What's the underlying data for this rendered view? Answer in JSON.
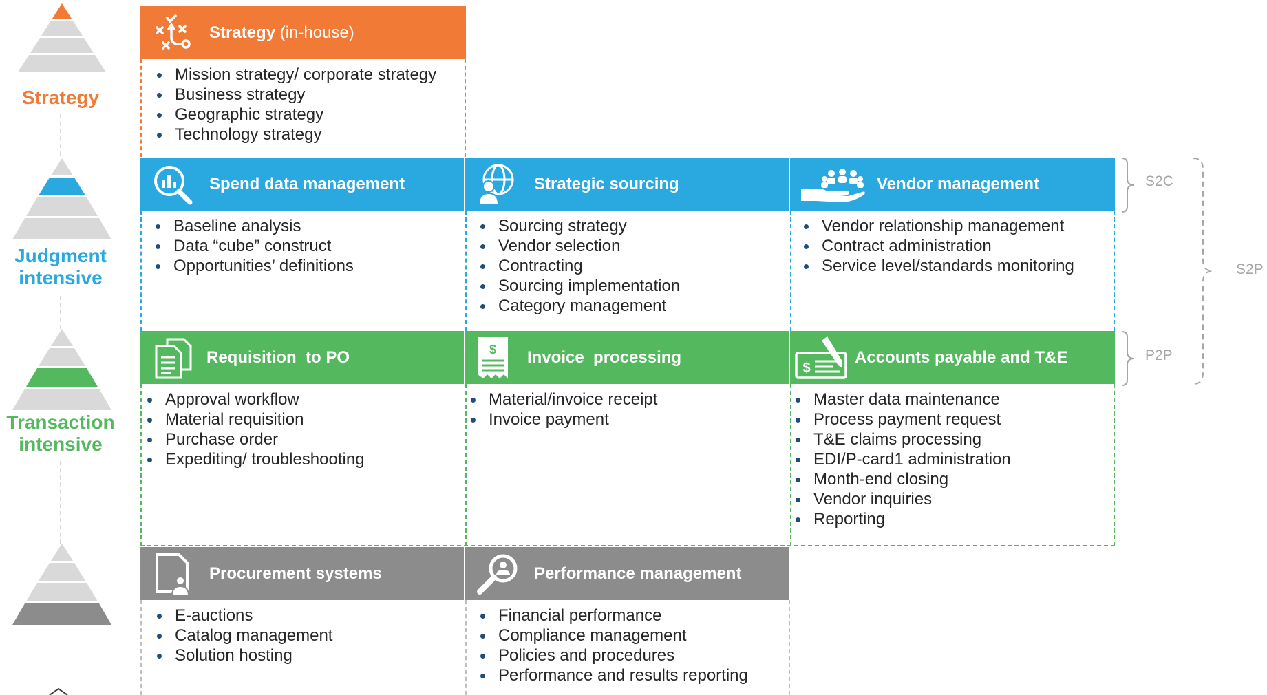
{
  "colors": {
    "orange": "#f07a36",
    "blue": "#2aa8e0",
    "green": "#54b95e",
    "gray": "#8c8c8c",
    "pyramid_base": "#d9d9d9"
  },
  "levels": [
    {
      "label": "Strategy"
    },
    {
      "label": "Judgment\nintensive"
    },
    {
      "label": "Transaction\nintensive"
    }
  ],
  "cards": {
    "strategy": {
      "title": "Strategy",
      "title_suffix": " (in-house)",
      "icon": "strategy-plays-icon",
      "items": [
        "Mission strategy/ corporate strategy",
        "Business strategy",
        "Geographic strategy",
        "Technology strategy"
      ]
    },
    "spend_data": {
      "title": "Spend data management",
      "icon": "analytics-magnifier-icon",
      "items": [
        "Baseline analysis",
        "Data “cube” construct",
        "Opportunities’ definitions"
      ]
    },
    "strategic_sourcing": {
      "title": "Strategic sourcing",
      "icon": "global-person-icon",
      "items": [
        "Sourcing strategy",
        "Vendor selection",
        "Contracting",
        "Sourcing implementation",
        "Category management"
      ]
    },
    "vendor_mgmt": {
      "title": "Vendor management",
      "icon": "hand-people-icon",
      "items": [
        "Vendor relationship management",
        "Contract administration",
        "Service level/standards monitoring"
      ]
    },
    "req_to_po": {
      "title": "Requisition  to PO",
      "icon": "documents-icon",
      "items": [
        "Approval workflow",
        "Material requisition",
        "Purchase order",
        "Expediting/ troubleshooting"
      ]
    },
    "invoice": {
      "title": "Invoice  processing",
      "icon": "receipt-icon",
      "items": [
        "Material/invoice receipt",
        "Invoice payment"
      ]
    },
    "ap_te": {
      "title": "Accounts payable and T&E",
      "icon": "check-pen-icon",
      "items": [
        "Master data maintenance",
        "Process payment request",
        "T&E claims processing",
        "EDI/P-card1 administration",
        "Month-end closing",
        "Vendor inquiries",
        "Reporting"
      ]
    },
    "proc_systems": {
      "title": "Procurement systems",
      "icon": "document-user-icon",
      "items": [
        "E-auctions",
        "Catalog management",
        "Solution hosting"
      ]
    },
    "perf_mgmt": {
      "title": "Performance management",
      "icon": "magnifier-person-icon",
      "items": [
        "Financial performance",
        "Compliance management",
        "Policies and procedures",
        "Performance and results reporting"
      ]
    }
  },
  "braces": {
    "s2c": "S2C",
    "p2p": "P2P",
    "s2p": "S2P"
  }
}
